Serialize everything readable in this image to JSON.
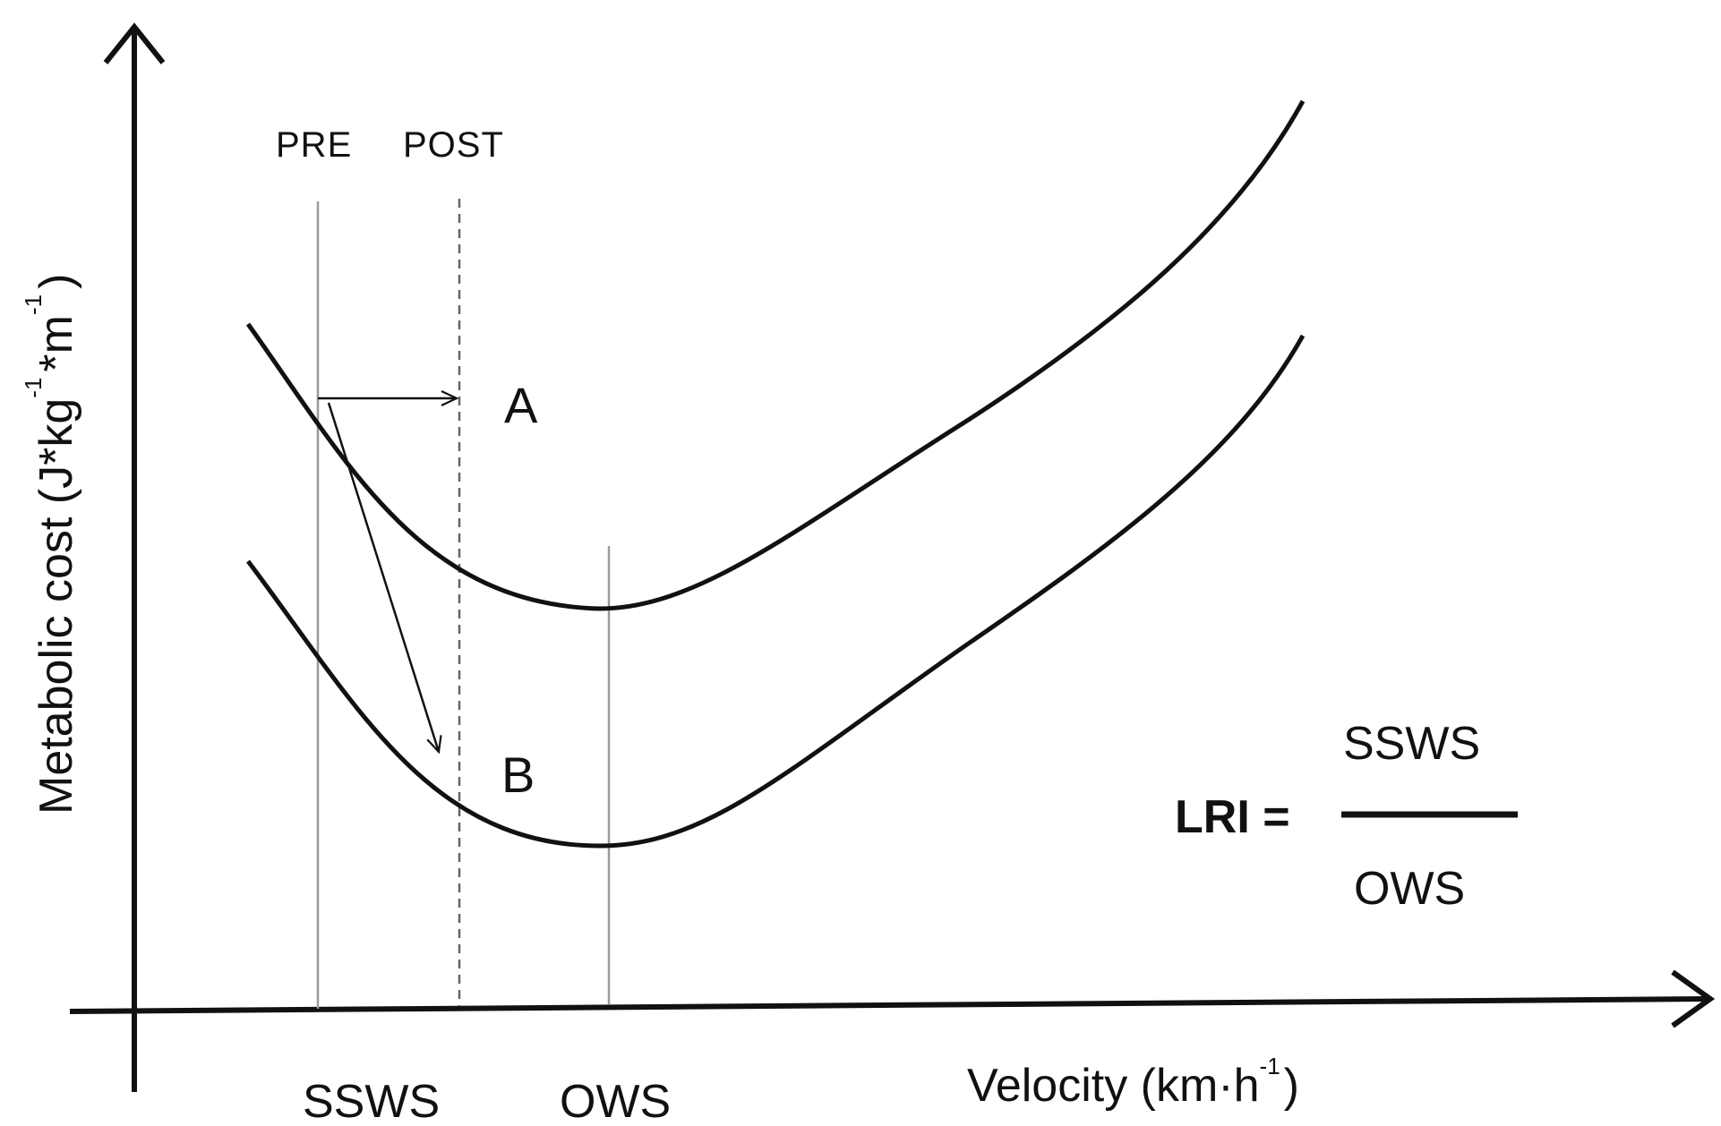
{
  "diagram": {
    "y_axis_label": {
      "main": "Metabolic cost (J",
      "star1": "*",
      "kg": "kg",
      "sup1": "-1",
      "star2": "*",
      "m": "m",
      "sup2": "-1",
      "close": ")"
    },
    "x_axis_label": {
      "main": "Velocity (km",
      "dot": "·",
      "h": "h",
      "sup": "-1",
      "close": ")"
    },
    "markers": {
      "pre": "PRE",
      "post": "POST"
    },
    "curves": {
      "upper": "A",
      "lower": "B"
    },
    "x_ticks": {
      "ssws": "SSWS",
      "ows": "OWS"
    },
    "formula": {
      "lhs": "LRI =",
      "numerator": "SSWS",
      "denominator": "OWS"
    },
    "colors": {
      "ink": "#111111",
      "guide": "#9a9a9a"
    }
  }
}
